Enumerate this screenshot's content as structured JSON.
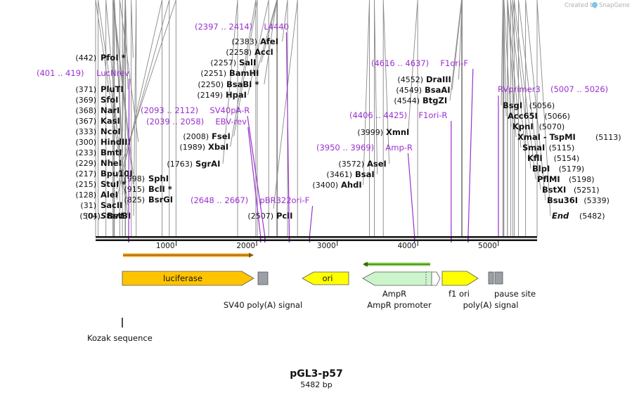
{
  "credit": "Created by",
  "app": "SnapGene",
  "title": "pGL3-p57",
  "length_label": "5482 bp",
  "length": 5482,
  "ticks": [
    1000,
    2000,
    3000,
    4000,
    5000
  ],
  "enzymes_left": [
    {
      "pos": "(442)",
      "name": "PfoI *",
      "site": 442
    },
    {
      "pos": "(371)",
      "name": "PluTI",
      "site": 371
    },
    {
      "pos": "(369)",
      "name": "SfoI",
      "site": 369
    },
    {
      "pos": "(368)",
      "name": "NarI",
      "site": 368
    },
    {
      "pos": "(367)",
      "name": "KasI",
      "site": 367
    },
    {
      "pos": "(333)",
      "name": "NcoI",
      "site": 333
    },
    {
      "pos": "(300)",
      "name": "HindIII",
      "site": 300
    },
    {
      "pos": "(233)",
      "name": "BmtI",
      "site": 233
    },
    {
      "pos": "(229)",
      "name": "NheI",
      "site": 229
    },
    {
      "pos": "(217)",
      "name": "Bpu10I",
      "site": 217
    },
    {
      "pos": "(215)",
      "name": "StuI *",
      "site": 215
    },
    {
      "pos": "(128)",
      "name": "AleI",
      "site": 128
    },
    {
      "pos": "(31)",
      "name": "SacII",
      "site": 31
    },
    {
      "pos": "(0)",
      "name": "Start",
      "site": 0,
      "italic": true
    }
  ],
  "enzymes_mid1": [
    {
      "pos": "(998)",
      "name": "SphI",
      "site": 998
    },
    {
      "pos": "(915)",
      "name": "BclI *",
      "site": 915
    },
    {
      "pos": "(825)",
      "name": "BsrGI",
      "site": 825
    },
    {
      "pos": "(504)",
      "name": "BstBI",
      "site": 504
    }
  ],
  "enzymes_mid2": [
    {
      "pos": "(2383)",
      "name": "AfeI",
      "site": 2383
    },
    {
      "pos": "(2258)",
      "name": "AccI",
      "site": 2258
    },
    {
      "pos": "(2257)",
      "name": "SalI",
      "site": 2257
    },
    {
      "pos": "(2251)",
      "name": "BamHI",
      "site": 2251
    },
    {
      "pos": "(2250)",
      "name": "BsaBI *",
      "site": 2250
    },
    {
      "pos": "(2149)",
      "name": "HpaI",
      "site": 2149
    },
    {
      "pos": "(2008)",
      "name": "FseI",
      "site": 2008
    },
    {
      "pos": "(1989)",
      "name": "XbaI",
      "site": 1989
    },
    {
      "pos": "(1763)",
      "name": "SgrAI",
      "site": 1763
    },
    {
      "pos": "(2507)",
      "name": "PclI",
      "site": 2507
    }
  ],
  "enzymes_mid3": [
    {
      "pos": "(3999)",
      "name": "XmnI",
      "site": 3999
    },
    {
      "pos": "(3572)",
      "name": "AseI",
      "site": 3572
    },
    {
      "pos": "(3461)",
      "name": "BsaI",
      "site": 3461
    },
    {
      "pos": "(3400)",
      "name": "AhdI",
      "site": 3400
    }
  ],
  "enzymes_mid4": [
    {
      "pos": "(4552)",
      "name": "DraIII",
      "site": 4552
    },
    {
      "pos": "(4549)",
      "name": "BsaAI",
      "site": 4549
    },
    {
      "pos": "(4544)",
      "name": "BtgZI",
      "site": 4544
    }
  ],
  "enzymes_right": [
    {
      "name": "BsgI",
      "pos": "(5056)",
      "site": 5056
    },
    {
      "name": "Acc65I",
      "pos": "(5066)",
      "site": 5066
    },
    {
      "name": "KpnI",
      "pos": "(5070)",
      "site": 5070
    },
    {
      "name": "XmaI - TspMI",
      "pos": "(5113)",
      "site": 5113
    },
    {
      "name": "SmaI",
      "pos": "(5115)",
      "site": 5115
    },
    {
      "name": "KflI",
      "pos": "(5154)",
      "site": 5154
    },
    {
      "name": "BlpI",
      "pos": "(5179)",
      "site": 5179
    },
    {
      "name": "PflMI",
      "pos": "(5198)",
      "site": 5198
    },
    {
      "name": "BstXI",
      "pos": "(5251)",
      "site": 5251
    },
    {
      "name": "Bsu36I",
      "pos": "(5339)",
      "site": 5339
    },
    {
      "name": "End",
      "pos": "(5482)",
      "site": 5482,
      "italic": true
    }
  ],
  "primers": [
    {
      "range": "(401 .. 419)",
      "name": "LucNrev",
      "site": 410
    },
    {
      "range": "(2397 .. 2414)",
      "name": "L4440",
      "site": 2405
    },
    {
      "range": "(2093 .. 2112)",
      "name": "SV40pA-R",
      "site": 2102
    },
    {
      "range": "(2039 .. 2058)",
      "name": "EBV-rev",
      "site": 2048
    },
    {
      "range": "(2648 .. 2667)",
      "name": "pBR322ori-F",
      "site": 2657
    },
    {
      "range": "(4616 .. 4637)",
      "name": "F1ori-F",
      "site": 4626
    },
    {
      "range": "(4406 .. 4425)",
      "name": "F1ori-R",
      "site": 4415
    },
    {
      "range": "(3950 .. 3969)",
      "name": "Amp-R",
      "site": 3960
    },
    {
      "range": "(5007 .. 5026)",
      "name": "RVprimer3",
      "site": 5016
    }
  ],
  "features": {
    "luciferase": "luciferase",
    "sv40": "SV40 poly(A) signal",
    "ori": "ori",
    "ampr": "AmpR",
    "ampr_promoter": "AmpR promoter",
    "f1ori": "f1 ori",
    "polya": "poly(A) signal",
    "pause": "pause site",
    "kozak": "Kozak sequence"
  },
  "colors": {
    "luciferase": "#ffc400",
    "ori": "#ffff00",
    "ampr": "#ccf5cc",
    "f1ori": "#ffff00",
    "primer": "#9b30d0",
    "orf_orange": "#f5a623",
    "orf_green": "#4a8f1a"
  }
}
